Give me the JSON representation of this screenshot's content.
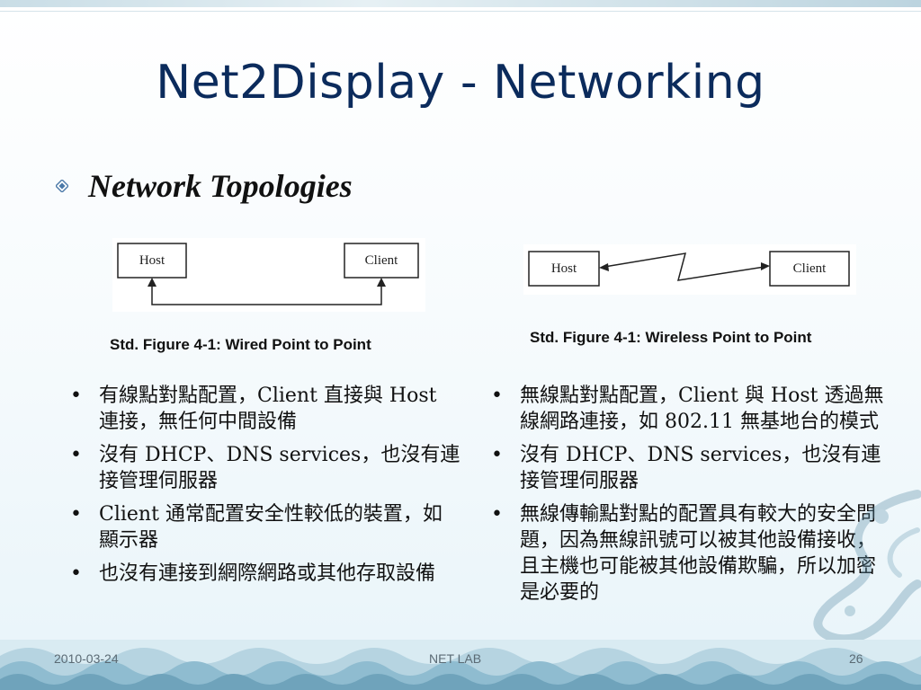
{
  "title": "Net2Display - Networking",
  "heading": "Network Topologies",
  "figure1": {
    "host": "Host",
    "client": "Client",
    "caption": "Std. Figure 4-1: Wired Point to Point"
  },
  "figure2": {
    "host": "Host",
    "client": "Client",
    "caption": "Std. Figure 4-1: Wireless Point to Point"
  },
  "left_bullets": [
    "有線點對點配置，Client 直接與 Host 連接，無任何中間設備",
    "沒有 DHCP、DNS services，也沒有連接管理伺服器",
    "Client 通常配置安全性較低的裝置，如顯示器",
    "也沒有連接到網際網路或其他存取設備"
  ],
  "right_bullets": [
    "無線點對點配置，Client 與 Host 透過無線網路連接，如 802.11 無基地台的模式",
    "沒有 DHCP、DNS services，也沒有連接管理伺服器",
    "無線傳輸點對點的配置具有較大的安全問題，因為無線訊號可以被其他設備接收，且主機也可能被其他設備欺騙，所以加密是必要的"
  ],
  "footer": {
    "date": "2010-03-24",
    "lab": "NET LAB",
    "page": "26"
  },
  "colors": {
    "title": "#0b2b5c",
    "bullet_icon": "#4a78a8"
  },
  "icons": {
    "heading_bullet": "diamond-bullet-icon"
  }
}
